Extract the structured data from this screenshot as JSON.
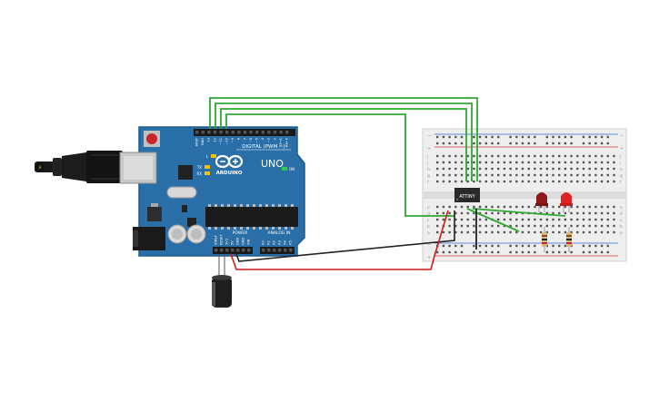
{
  "arduino": {
    "logo_text": "ARDUINO",
    "model": "UNO",
    "digital_header": "DIGITAL (PWM ~)",
    "power_header": "POWER",
    "analog_header": "ANALOG IN",
    "led_l": "L",
    "led_tx": "TX",
    "led_rx": "RX",
    "on_label": "ON",
    "digital_pins": [
      "AREF",
      "GND",
      "13",
      "12",
      "~11",
      "~10",
      "~9",
      "8",
      "7",
      "~6",
      "~5",
      "4",
      "~3",
      "2",
      "TX→1",
      "RX←0"
    ],
    "power_pins": [
      "IOREF",
      "RESET",
      "3V3",
      "5V",
      "GND",
      "GND",
      "VIN"
    ],
    "analog_pins": [
      "A0",
      "A1",
      "A2",
      "A3",
      "A4",
      "A5"
    ]
  },
  "chip": {
    "label": "ATTINY"
  },
  "breadboard": {
    "row_letters_top": [
      "j",
      "i",
      "h",
      "g",
      "f"
    ],
    "row_letters_bottom": [
      "e",
      "d",
      "c",
      "b",
      "a"
    ],
    "rail_plus": "+",
    "rail_minus": "−"
  },
  "colors": {
    "board": "#2a6fa8",
    "board_edge": "#1f5a8c",
    "wire_green": "#2fa832",
    "wire_red": "#d11a1a",
    "wire_black": "#222222",
    "led_dark_red": "#8c1a1a",
    "led_red": "#e02424",
    "breadboard": "#eeeeee",
    "rail_red": "#d33333",
    "rail_blue": "#3366cc"
  }
}
